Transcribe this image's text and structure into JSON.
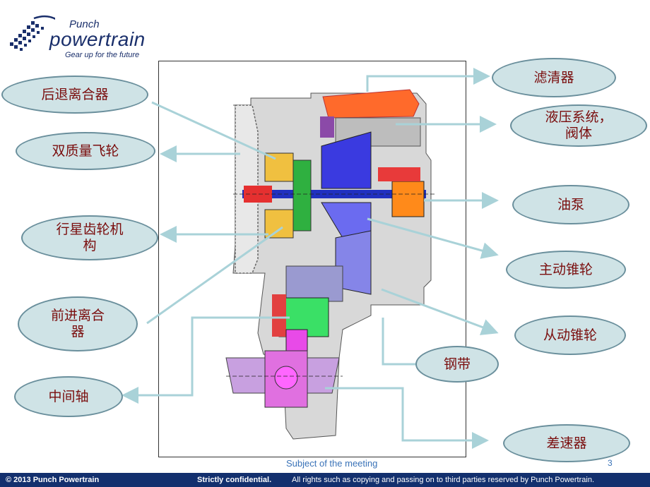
{
  "logo": {
    "brand_top": "Punch",
    "brand_main": "powertrain",
    "tagline": "Gear up for the future"
  },
  "labels": {
    "reverse_clutch": "后退离合器",
    "dual_mass_flywheel": "双质量飞轮",
    "planetary_gear": "行星齿轮机\n构",
    "forward_clutch": "前进离合\n器",
    "intermediate_shaft": "中间轴",
    "filter": "滤清器",
    "hydraulic_system": "液压系统，\n阀体",
    "oil_pump": "油泵",
    "primary_pulley": "主动锥轮",
    "secondary_pulley": "从动锥轮",
    "steel_belt": "钢带",
    "differential": "差速器"
  },
  "slide": {
    "subject": "Subject of the meeting",
    "page_number": "3"
  },
  "footer": {
    "copyright": "© 2013 Punch Powertrain",
    "confidential": "Strictly confidential.",
    "rights": "All rights such as copying and passing on to third parties reserved by Punch Powertrain."
  },
  "colors": {
    "bubble_fill": "#cfe3e6",
    "bubble_border": "#6a8f9c",
    "label_text": "#7a0d0d",
    "footer_bg": "#13306e",
    "connector": "#a9d2d8"
  }
}
